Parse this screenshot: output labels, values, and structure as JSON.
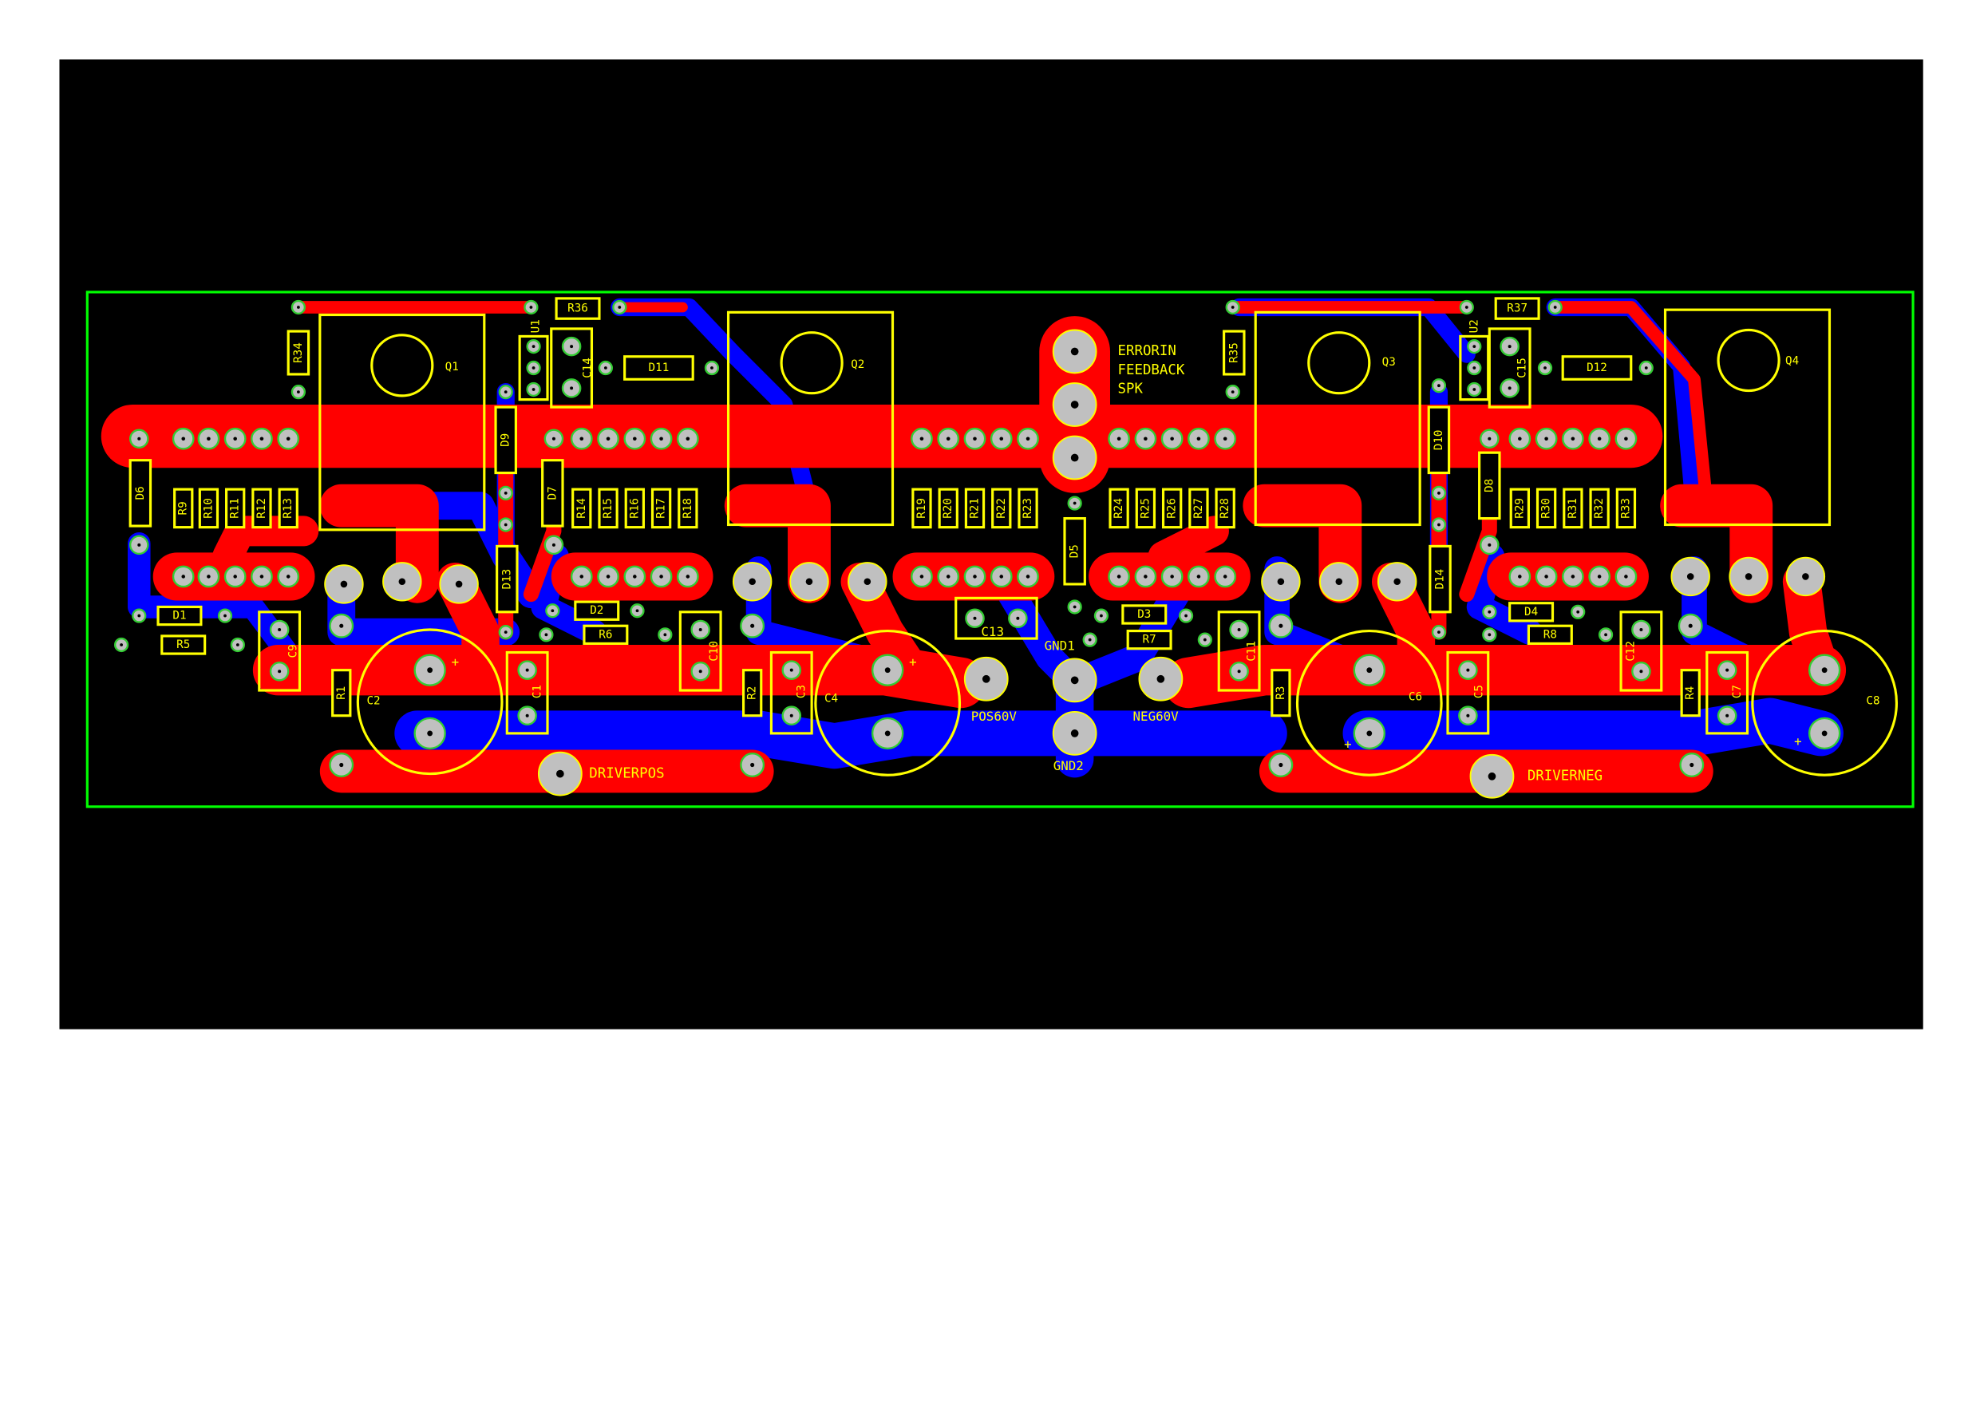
{
  "colors": {
    "background": "#000000",
    "top_copper": "#ff0000",
    "bottom_copper": "#0000ff",
    "silkscreen": "#ffff00",
    "outline": "#00ff00",
    "pad": "#c0c0c0",
    "page": "#ffffff"
  },
  "net_labels": {
    "errorin": "ERRORIN",
    "feedback": "FEEDBACK",
    "spk": "SPK",
    "gnd1": "GND1",
    "gnd2": "GND2",
    "pos60v": "POS60V",
    "neg60v": "NEG60V",
    "driverpos": "DRIVERPOS",
    "driverneg": "DRIVERNEG"
  },
  "transistors": {
    "q1": "Q1",
    "q2": "Q2",
    "q3": "Q3",
    "q4": "Q4"
  },
  "regulators": {
    "u1": "U1",
    "u2": "U2"
  },
  "resistors": {
    "r1": "R1",
    "r2": "R2",
    "r3": "R3",
    "r4": "R4",
    "r5": "R5",
    "r6": "R6",
    "r7": "R7",
    "r8": "R8",
    "r9": "R9",
    "r10": "R10",
    "r11": "R11",
    "r12": "R12",
    "r13": "R13",
    "r14": "R14",
    "r15": "R15",
    "r16": "R16",
    "r17": "R17",
    "r18": "R18",
    "r19": "R19",
    "r20": "R20",
    "r21": "R21",
    "r22": "R22",
    "r23": "R23",
    "r24": "R24",
    "r25": "R25",
    "r26": "R26",
    "r27": "R27",
    "r28": "R28",
    "r29": "R29",
    "r30": "R30",
    "r31": "R31",
    "r32": "R32",
    "r33": "R33",
    "r34": "R34",
    "r35": "R35",
    "r36": "R36",
    "r37": "R37"
  },
  "diodes": {
    "d1": "D1",
    "d2": "D2",
    "d3": "D3",
    "d4": "D4",
    "d5": "D5",
    "d6": "D6",
    "d7": "D7",
    "d8": "D8",
    "d9": "D9",
    "d10": "D10",
    "d11": "D11",
    "d12": "D12",
    "d13": "D13",
    "d14": "D14"
  },
  "capacitors": {
    "c1": "C1",
    "c2": "C2",
    "c3": "C3",
    "c4": "C4",
    "c5": "C5",
    "c6": "C6",
    "c7": "C7",
    "c8": "C8",
    "c9": "C9",
    "c10": "C10",
    "c11": "C11",
    "c12": "C12",
    "c13": "C13",
    "c14": "C14",
    "c15": "C15"
  },
  "polarity_mark": "+"
}
